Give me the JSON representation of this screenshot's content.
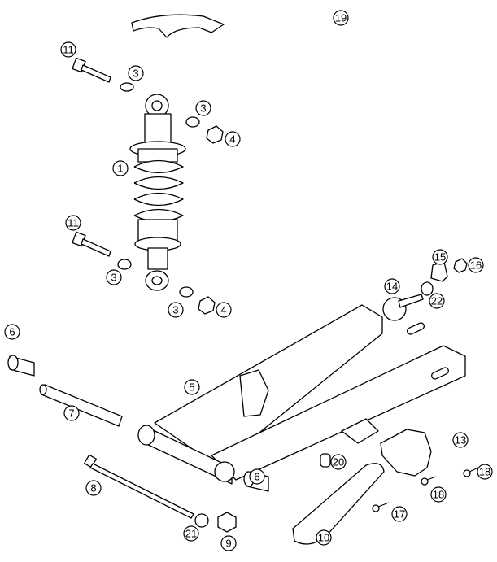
{
  "diagram": {
    "title": "Swingarm and shock absorber exploded parts view",
    "callouts": [
      {
        "id": "19",
        "part": "hook-wrench"
      },
      {
        "id": "11",
        "part": "upper-bolt"
      },
      {
        "id": "3",
        "part": "upper-washer-left"
      },
      {
        "id": "3",
        "part": "upper-washer-right"
      },
      {
        "id": "4",
        "part": "upper-nut"
      },
      {
        "id": "1",
        "part": "shock-absorber"
      },
      {
        "id": "11",
        "part": "lower-bolt"
      },
      {
        "id": "3",
        "part": "lower-washer-left"
      },
      {
        "id": "3",
        "part": "lower-washer-right"
      },
      {
        "id": "4",
        "part": "lower-nut"
      },
      {
        "id": "15",
        "part": "bracket"
      },
      {
        "id": "16",
        "part": "bracket-nut"
      },
      {
        "id": "14",
        "part": "chain-roller"
      },
      {
        "id": "22",
        "part": "spacer"
      },
      {
        "id": "6",
        "part": "bushing-left"
      },
      {
        "id": "5",
        "part": "swingarm"
      },
      {
        "id": "7",
        "part": "sleeve"
      },
      {
        "id": "13",
        "part": "chain-guide"
      },
      {
        "id": "20",
        "part": "small-bushing"
      },
      {
        "id": "18",
        "part": "guide-screw-upper"
      },
      {
        "id": "8",
        "part": "swingarm-axle"
      },
      {
        "id": "6",
        "part": "bushing-right"
      },
      {
        "id": "18",
        "part": "guide-screw-lower"
      },
      {
        "id": "17",
        "part": "slider-screw"
      },
      {
        "id": "10",
        "part": "chain-slider"
      },
      {
        "id": "21",
        "part": "axle-washer"
      },
      {
        "id": "9",
        "part": "axle-nut"
      }
    ]
  }
}
